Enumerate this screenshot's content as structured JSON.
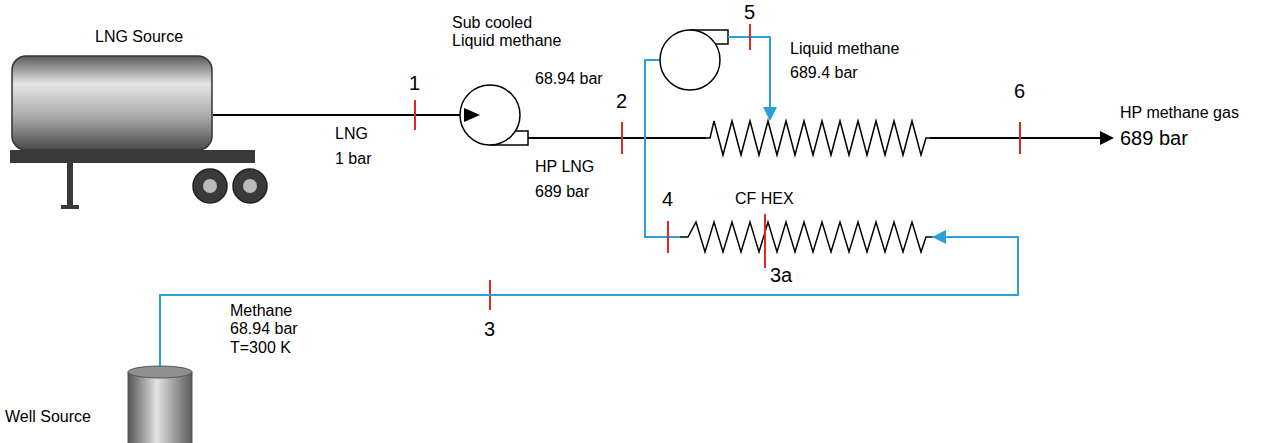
{
  "diagram": {
    "nodes": [
      {
        "text": [
          "LNG Source"
        ]
      },
      {
        "text": [
          "CF HEX"
        ]
      },
      {
        "text": [
          "Well Source"
        ]
      }
    ],
    "edges": [
      {
        "from": 2,
        "to": 1,
        "arrow": "to"
      }
    ],
    "labels": [
      "1",
      "LNG",
      "1 bar",
      "Sub cooled Liquid methane",
      "68.94 bar",
      "5",
      "Liquid methane",
      "689.4 bar",
      "2",
      "HP LNG",
      "689 bar",
      "6",
      "HP methane gas",
      "689 bar",
      "4",
      "3a",
      "Methane 68.94 bar T=300 K",
      "3"
    ]
  }
}
